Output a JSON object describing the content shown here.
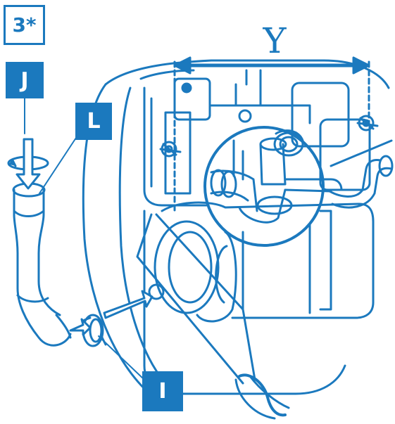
{
  "step": {
    "label": "3*"
  },
  "callouts": {
    "j": "J",
    "l": "L",
    "i": "I"
  },
  "dimension": {
    "label": "Y"
  },
  "colors": {
    "line": "#1b79be",
    "fill": "#ffffff",
    "accent": "#1b79be"
  }
}
